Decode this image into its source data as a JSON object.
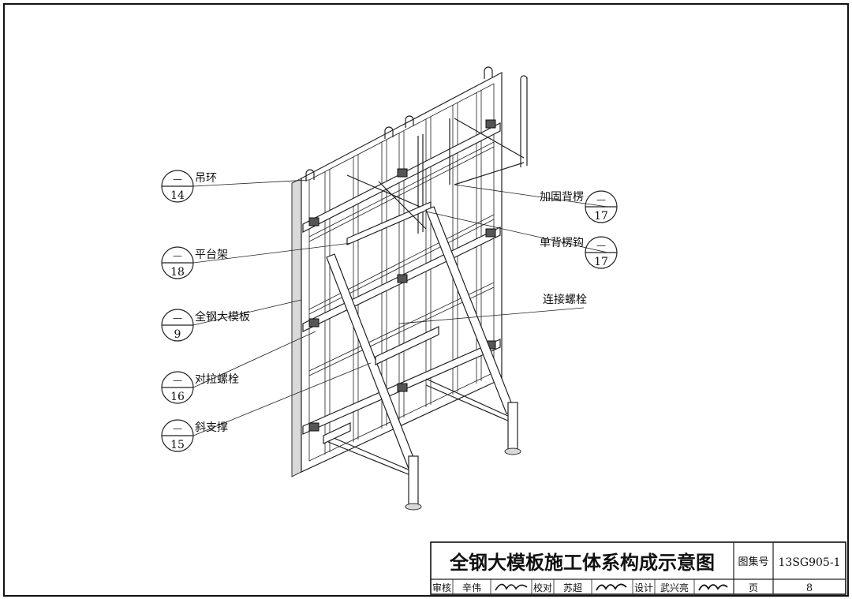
{
  "labels_left": [
    {
      "name": "吊环",
      "detail": "14"
    },
    {
      "name": "平台架",
      "detail": "18"
    },
    {
      "name": "全钢大模板",
      "detail": "9"
    },
    {
      "name": "对拉螺栓",
      "detail": "16"
    },
    {
      "name": "斜支撑",
      "detail": "15"
    }
  ],
  "labels_right": [
    {
      "name": "加固背楞",
      "detail": "17"
    },
    {
      "name": "单背楞钩",
      "detail": "17"
    },
    {
      "name": "连接螺栓",
      "detail": ""
    }
  ],
  "marker_dash": "—",
  "title_block": {
    "title": "全钢大模板施工体系构成示意图",
    "atlas_label": "图集号",
    "atlas_no": "13SG905-1",
    "review_label": "审核",
    "reviewer": "辛伟",
    "check_label": "校对",
    "checker": "苏超",
    "design_label": "设计",
    "designer": "武兴亮",
    "page_label": "页",
    "page_no": "8"
  }
}
